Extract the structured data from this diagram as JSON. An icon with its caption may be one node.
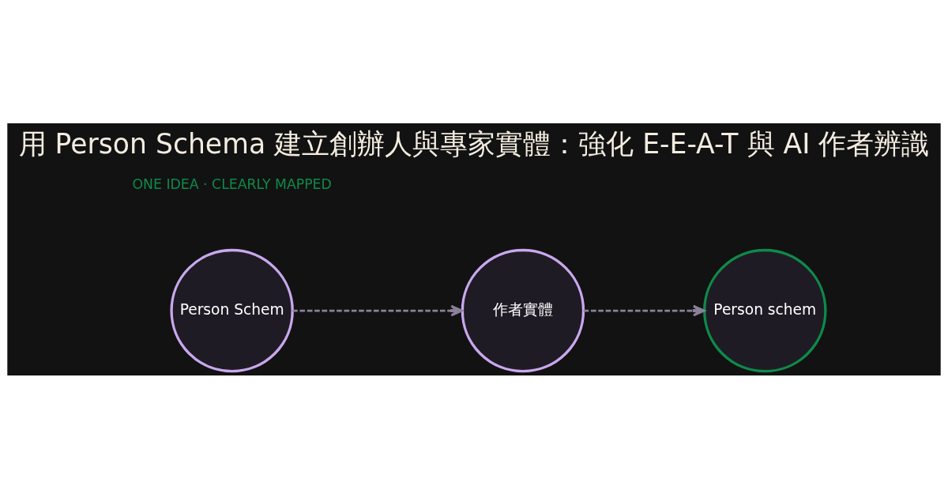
{
  "diagram": {
    "title": "用 Person Schema 建立創辦人與專家實體：強化 E-E-A-T 與 AI 作者辨識",
    "nodes": [
      {
        "text": [
          "Person Schem"
        ]
      },
      {
        "text": [
          "作者實體"
        ]
      },
      {
        "text": [
          "Person schem"
        ]
      }
    ],
    "edges": [
      {
        "from": 0,
        "to": 1,
        "arrow": "to",
        "style": "dashed"
      },
      {
        "from": 1,
        "to": 2,
        "arrow": "to",
        "style": "dashed"
      }
    ],
    "labels": [
      "ONE IDEA · CLEARLY MAPPED"
    ]
  }
}
